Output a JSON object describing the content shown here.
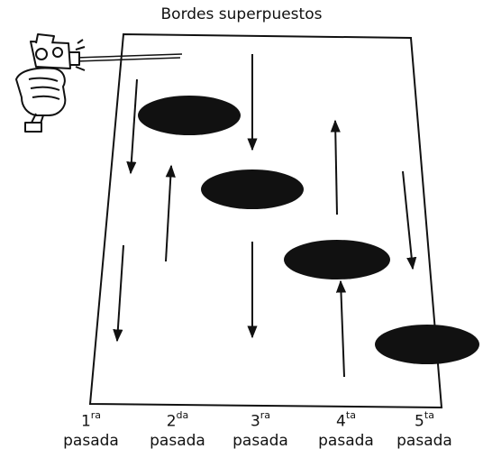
{
  "title": "Bordes superpuestos",
  "passes": [
    {
      "num": "1",
      "sup": "ra",
      "word": "pasada"
    },
    {
      "num": "2",
      "sup": "da",
      "word": "pasada"
    },
    {
      "num": "3",
      "sup": "ra",
      "word": "pasada"
    },
    {
      "num": "4",
      "sup": "ta",
      "word": "pasada"
    },
    {
      "num": "5",
      "sup": "ta",
      "word": "pasada"
    }
  ],
  "icons": {
    "spray_gun": "spray-gun-icon"
  },
  "colors": {
    "ink": "#111111",
    "background": "#ffffff"
  }
}
